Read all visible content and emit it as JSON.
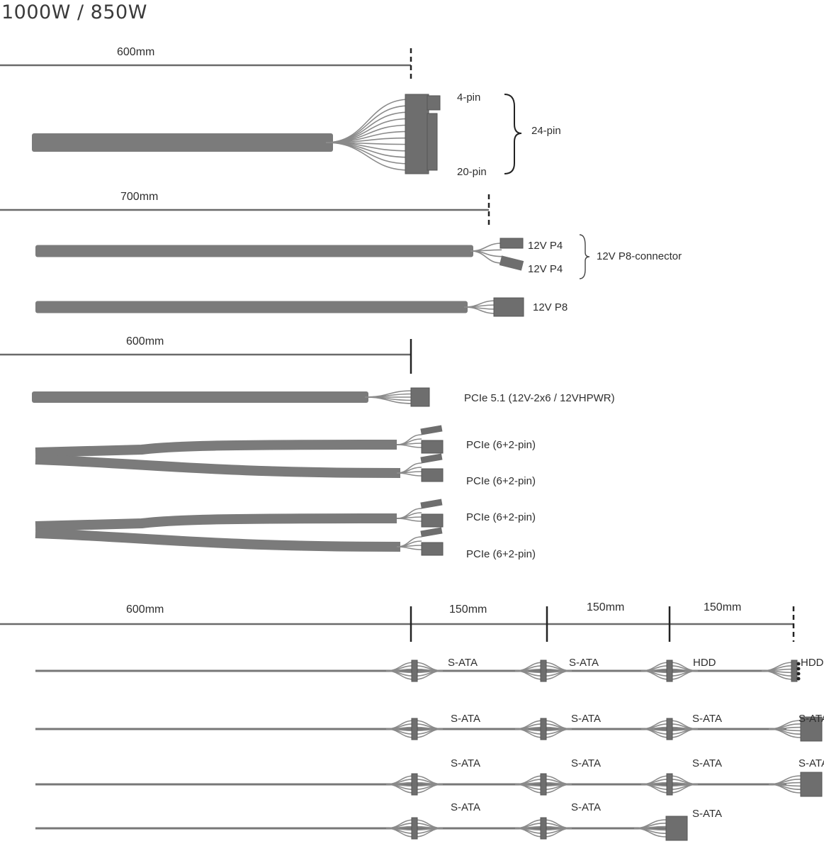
{
  "title": "1000W / 850W",
  "dimensions": {
    "d1": "600mm",
    "d2": "700mm",
    "d3": "600mm",
    "d4": [
      "600mm",
      "150mm",
      "150mm",
      "150mm"
    ]
  },
  "atx": {
    "top": "4-pin",
    "bottom": "20-pin",
    "group": "24-pin"
  },
  "eps_split": {
    "a": "12V P4",
    "b": "12V P4",
    "group": "12V P8-connector"
  },
  "eps": "12V P8",
  "pcie5": "PCIe 5.1 (12V-2x6 / 12VHPWR)",
  "pcie": [
    "PCIe (6+2-pin)",
    "PCIe (6+2-pin)",
    "PCIe (6+2-pin)",
    "PCIe (6+2-pin)"
  ],
  "peripheral_rows": [
    [
      "S-ATA",
      "S-ATA",
      "HDD",
      "HDD"
    ],
    [
      "S-ATA",
      "S-ATA",
      "S-ATA",
      "S-ATA"
    ],
    [
      "S-ATA",
      "S-ATA",
      "S-ATA",
      "S-ATA"
    ],
    [
      "S-ATA",
      "S-ATA",
      "S-ATA"
    ]
  ],
  "colors": {
    "cable": "#7b7b7b",
    "connector": "#6e6e6e",
    "text": "#2e2e2e"
  }
}
